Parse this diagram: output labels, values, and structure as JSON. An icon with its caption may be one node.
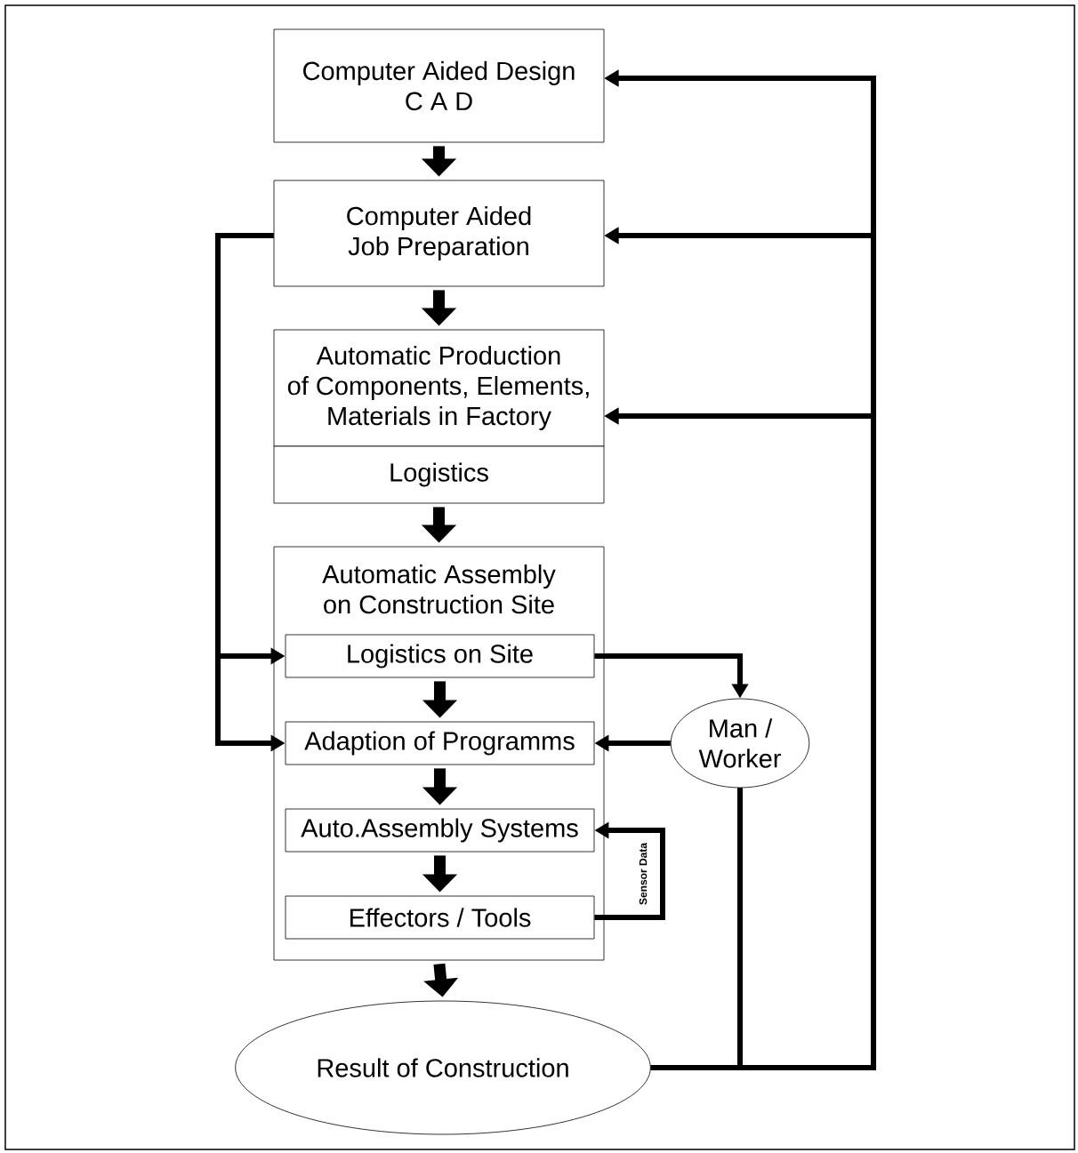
{
  "diagram": {
    "nodes": [
      {
        "text": [
          "Computer Aided Design C A D"
        ]
      },
      {
        "text": [
          "Computer Aided Job Preparation"
        ]
      },
      {
        "text": [
          "Automatic Production of Components, Elements, Materials in Factory"
        ]
      },
      {
        "text": [
          "Logistics"
        ]
      },
      {
        "text": [
          "Automatic Assembly on Construction Site"
        ]
      },
      {
        "text": [
          "Logistics on Site"
        ],
        "in": 4
      },
      {
        "text": [
          "Adaption of Programms"
        ],
        "in": 4
      },
      {
        "text": [
          "Auto.Assembly Systems"
        ],
        "in": 4
      },
      {
        "text": [
          "Effectors / Tools"
        ],
        "in": 4
      },
      {
        "text": [
          "Man / Worker"
        ]
      },
      {
        "text": [
          "Result of Construction"
        ]
      }
    ],
    "edges": [
      {
        "from": 0,
        "to": 1,
        "arrow": "to",
        "style": "thick"
      },
      {
        "from": 1,
        "to": 2,
        "arrow": "to",
        "style": "thick"
      },
      {
        "from": 3,
        "to": 4,
        "arrow": "to",
        "style": "thick"
      },
      {
        "from": 5,
        "to": 6,
        "arrow": "to",
        "style": "thick"
      },
      {
        "from": 6,
        "to": 7,
        "arrow": "to",
        "style": "thick"
      },
      {
        "from": 7,
        "to": 8,
        "arrow": "to",
        "style": "thick"
      },
      {
        "from": 4,
        "to": 10,
        "arrow": "to",
        "style": "thick"
      },
      {
        "from": 10,
        "to": 0,
        "arrow": "to"
      },
      {
        "from": 10,
        "to": 1,
        "arrow": "to"
      },
      {
        "from": 10,
        "to": 2,
        "arrow": "to"
      },
      {
        "from": 9,
        "to": 0,
        "arrow": "to"
      },
      {
        "from": 9,
        "to": 1,
        "arrow": "to"
      },
      {
        "from": 9,
        "to": 2,
        "arrow": "to"
      },
      {
        "from": 1,
        "to": 5,
        "arrow": "to"
      },
      {
        "from": 1,
        "to": 6,
        "arrow": "to"
      },
      {
        "from": 5,
        "to": 9,
        "arrow": "to"
      },
      {
        "from": 9,
        "to": 6,
        "arrow": "to"
      },
      {
        "from": 8,
        "to": 7,
        "arrow": "to",
        "label": "Sensor Data"
      }
    ]
  }
}
